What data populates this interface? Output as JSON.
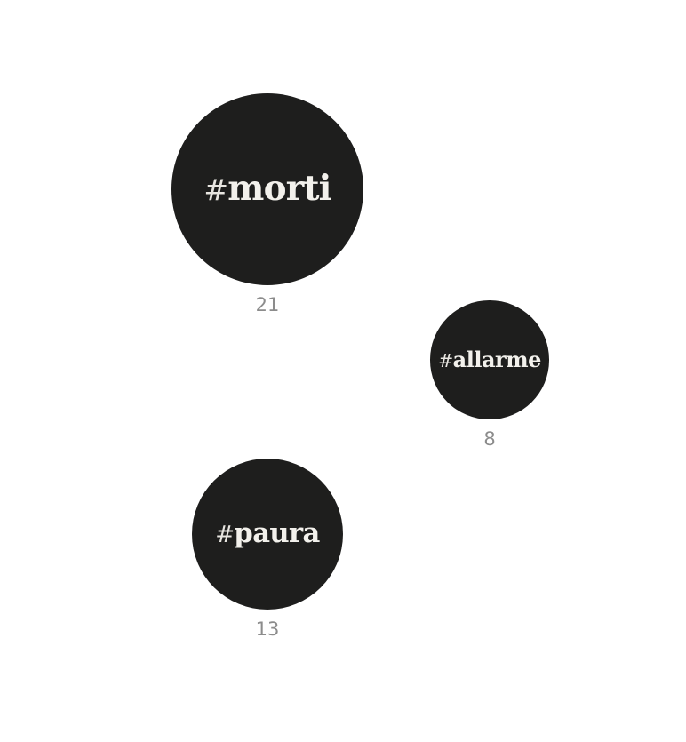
{
  "chart_data": {
    "type": "bubble",
    "title": "",
    "xlabel": "",
    "ylabel": "",
    "bubble_color": "#1e1e1d",
    "label_color": "#f3f1ec",
    "count_color": "#8c8c8c",
    "bubbles": [
      {
        "hashtag": "#",
        "word": "morti",
        "value": 21
      },
      {
        "hashtag": "#",
        "word": "allarme",
        "value": 8
      },
      {
        "hashtag": "#",
        "word": "paura",
        "value": 13
      }
    ]
  }
}
